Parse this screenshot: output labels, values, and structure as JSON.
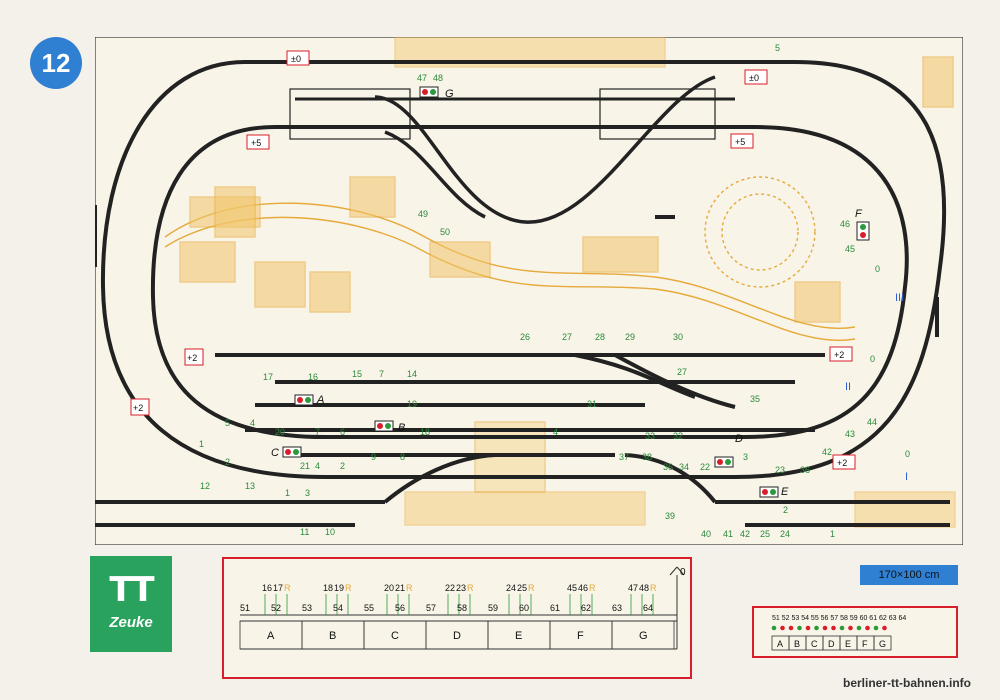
{
  "plan_number": "12",
  "logo": {
    "mark": "TT",
    "text": "Zeuke"
  },
  "size_label": "170×100 cm",
  "watermark": "berliner-tt-bahnen.info",
  "colors": {
    "track": "#222222",
    "scenery": "#e6a93a",
    "signal_red": "#d81e2a",
    "signal_green": "#2a9a3a",
    "label_green": "#2a8a3a",
    "label_blue": "#2f5fcf",
    "badge_blue": "#2f7fd2"
  },
  "gradient_labels": [
    "±0",
    "±0",
    "+5",
    "+5",
    "+2",
    "+2",
    "+2",
    "+2"
  ],
  "signal_letters": [
    "A",
    "B",
    "C",
    "D",
    "E",
    "F",
    "G"
  ],
  "block_numerals": [
    "I",
    "II",
    "III"
  ],
  "relay_marker": "R",
  "turnout_numbers_top": [
    "47",
    "48",
    "49",
    "50",
    "26",
    "27",
    "28",
    "29",
    "30",
    "27",
    "17",
    "16",
    "15",
    "7",
    "14",
    "19",
    "18",
    "31",
    "5",
    "4",
    "20",
    "6",
    "7",
    "1",
    "2",
    "21",
    "4",
    "2",
    "9",
    "8",
    "12",
    "13",
    "1",
    "3",
    "11",
    "10",
    "35",
    "33",
    "32",
    "37",
    "38",
    "36",
    "34",
    "22",
    "3",
    "23",
    "36",
    "39",
    "40",
    "41",
    "42",
    "25",
    "24",
    "2",
    "1",
    "43",
    "42",
    "44",
    "46",
    "45",
    "0",
    "0",
    "0",
    "5",
    "4"
  ],
  "wiring_panel": {
    "top_labels": [
      "16",
      "17",
      "R",
      "18",
      "19",
      "R",
      "20",
      "21",
      "R",
      "22",
      "23",
      "R",
      "24",
      "25",
      "R",
      "45",
      "46",
      "R",
      "47",
      "48",
      "R"
    ],
    "bottom_labels": [
      "51",
      "52",
      "53",
      "54",
      "55",
      "56",
      "57",
      "58",
      "59",
      "60",
      "61",
      "62",
      "63",
      "64"
    ],
    "sections": [
      "A",
      "B",
      "C",
      "D",
      "E",
      "F",
      "G"
    ],
    "zero_label": "0"
  },
  "switch_panel": {
    "numbers": "51 52 53 54 55 56 57 58 59 60 61 62 63 64",
    "cells": [
      "A",
      "B",
      "C",
      "D",
      "E",
      "F",
      "G"
    ]
  }
}
